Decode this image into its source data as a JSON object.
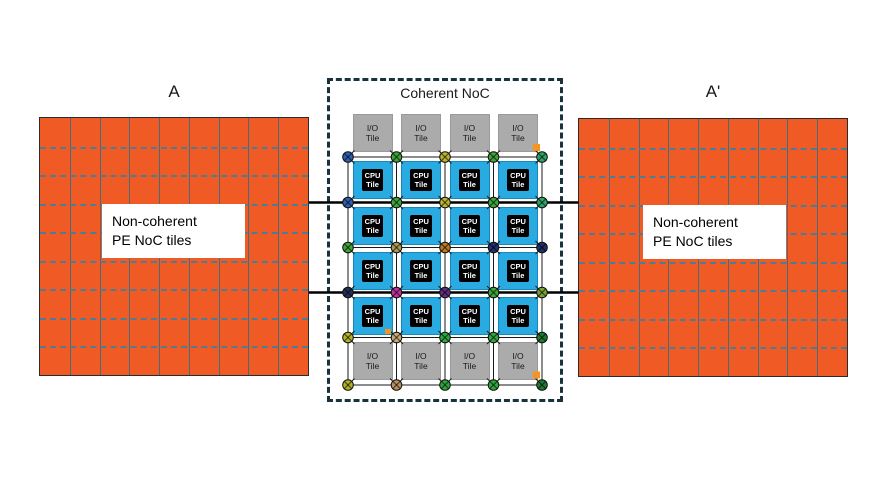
{
  "diagram": {
    "left_region": {
      "title": "A",
      "label_lines": [
        "Non-coherent",
        "PE NoC tiles"
      ]
    },
    "right_region": {
      "title": "A'",
      "label_lines": [
        "Non-coherent",
        "PE NoC tiles"
      ]
    },
    "grid": {
      "rows": 9,
      "cols": 9,
      "fill": "#F05A24",
      "hline_color": "#4E7C96",
      "vline_color": "#4A6A77",
      "border_color": "#2b2b2b"
    },
    "coherent_noc": {
      "title": "Coherent NoC",
      "border_color": "#17333F",
      "tile_rows": [
        "io",
        "cpu",
        "cpu",
        "cpu",
        "cpu",
        "io"
      ],
      "tile_cols": 4,
      "io_tile_label": [
        "I/O",
        "Tile"
      ],
      "cpu_tile_label": [
        "CPU",
        "Tile"
      ],
      "cpu_tile_color": "#29ABE2",
      "io_tile_color": "#ABABAB",
      "mesh_line_color": "#1a1a1a",
      "thick_link_color": "#000000",
      "router_stroke": "#111111",
      "router_colors": [
        [
          "#2E62B1",
          "#3EA43B",
          "#BCB32E",
          "#3EA43B",
          "#2FA469"
        ],
        [
          "#2E62B1",
          "#3EA43B",
          "#BCB32E",
          "#3EA43B",
          "#2FA469"
        ],
        [
          "#3EA43B",
          "#AB9A55",
          "#BF7A1C",
          "#22306B",
          "#22306B"
        ],
        [
          "#232F56",
          "#BF2F9F",
          "#5E2D80",
          "#3EA43B",
          "#7AA234"
        ],
        [
          "#B3B32A",
          "#C9A87A",
          "#2EA83E",
          "#2EA83E",
          "#1F7B30"
        ],
        [
          "#B3B32A",
          "#BF8F5F",
          "#2EA83E",
          "#2EA83E",
          "#1F7B30"
        ]
      ],
      "marker_color": "#F7941D",
      "corner_markers": [
        {
          "row": 0,
          "col": 3
        },
        {
          "row": 4,
          "col": 0
        },
        {
          "row": 5,
          "col": 3
        }
      ]
    }
  }
}
